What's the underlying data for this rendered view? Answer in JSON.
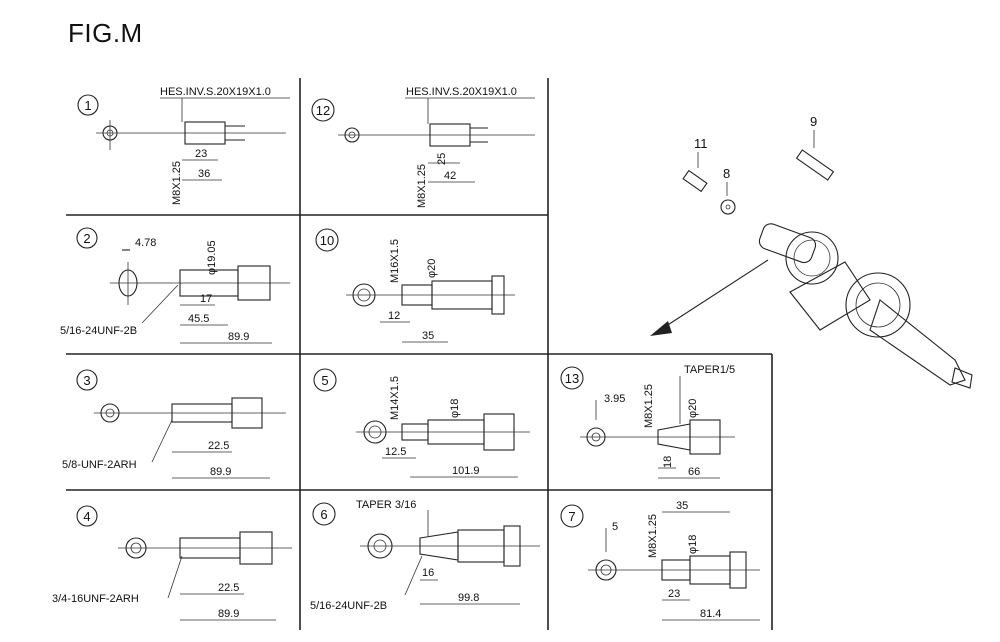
{
  "figure": {
    "title": "FIG.M"
  },
  "callouts": [
    "9",
    "11",
    "8"
  ],
  "panels": [
    {
      "num": "1",
      "labels": [
        "HES.INV.S.20X19X1.0",
        "M8X1.25",
        "23",
        "36"
      ]
    },
    {
      "num": "12",
      "labels": [
        "HES.INV.S.20X19X1.0",
        "M8X1.25",
        "25",
        "42"
      ]
    },
    {
      "num": "2",
      "labels": [
        "4.78",
        "φ19.05",
        "17",
        "45.5",
        "89.9",
        "5/16-24UNF-2B"
      ]
    },
    {
      "num": "10",
      "labels": [
        "M16X1.5",
        "φ20",
        "12",
        "35"
      ]
    },
    {
      "num": "3",
      "labels": [
        "5/8-UNF-2ARH",
        "22.5",
        "89.9"
      ]
    },
    {
      "num": "5",
      "labels": [
        "M14X1.5",
        "φ18",
        "12.5",
        "101.9"
      ]
    },
    {
      "num": "13",
      "labels": [
        "3.95",
        "M8X1.25",
        "TAPER1/5",
        "φ20",
        "18",
        "66"
      ]
    },
    {
      "num": "4",
      "labels": [
        "3/4-16UNF-2ARH",
        "22.5",
        "89.9"
      ]
    },
    {
      "num": "6",
      "labels": [
        "TAPER 3/16",
        "16",
        "5/16-24UNF-2B",
        "99.8"
      ]
    },
    {
      "num": "7",
      "labels": [
        "5",
        "M8X1.25",
        "35",
        "φ18",
        "23",
        "81.4"
      ]
    }
  ]
}
